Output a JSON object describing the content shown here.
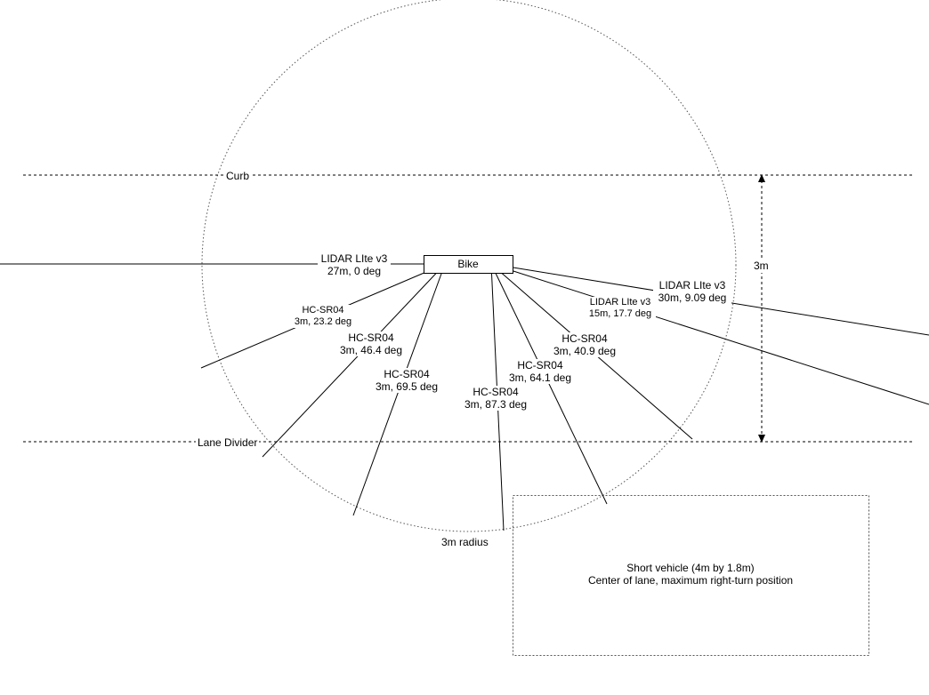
{
  "road": {
    "curb_label": "Curb",
    "lane_divider_label": "Lane Divider",
    "width_label": "3m"
  },
  "bike_label": "Bike",
  "radius_label": "3m radius",
  "sensors": [
    {
      "model": "LIDAR LIte v3",
      "spec": "27m, 0 deg"
    },
    {
      "model": "HC-SR04",
      "spec": "3m, 23.2 deg"
    },
    {
      "model": "HC-SR04",
      "spec": "3m, 46.4 deg"
    },
    {
      "model": "HC-SR04",
      "spec": "3m, 69.5 deg"
    },
    {
      "model": "HC-SR04",
      "spec": "3m, 87.3 deg"
    },
    {
      "model": "HC-SR04",
      "spec": "3m, 64.1 deg"
    },
    {
      "model": "HC-SR04",
      "spec": "3m, 40.9 deg"
    },
    {
      "model": "LIDAR LIte v3",
      "spec": "15m, 17.7 deg"
    },
    {
      "model": "LIDAR LIte v3",
      "spec": "30m, 9.09 deg"
    }
  ],
  "vehicle": {
    "line1": "Short vehicle (4m by 1.8m)",
    "line2": "Center of lane, maximum right-turn position"
  }
}
